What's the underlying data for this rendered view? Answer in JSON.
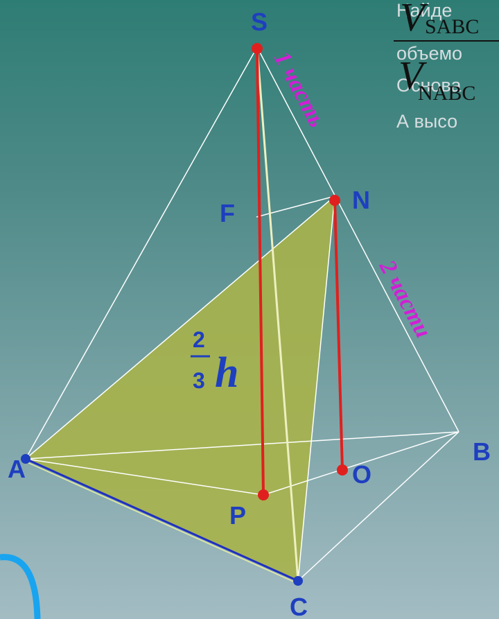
{
  "vertices": {
    "S": "S",
    "N": "N",
    "F": "F",
    "A": "A",
    "B": "B",
    "C": "C",
    "P": "P",
    "O": "O"
  },
  "edge_labels": {
    "top_part": "1 часть",
    "bottom_part": "2 части"
  },
  "height_fraction": {
    "numerator": "2",
    "denominator": "3",
    "variable": "h"
  },
  "text_block": {
    "line1": "Найде",
    "line2": "объемо",
    "line3": "Основа",
    "line4": "А высо"
  },
  "formula": {
    "num_letter": "V",
    "num_sub": "SABC",
    "den_letter": "V",
    "den_sub": "NABC"
  },
  "colors": {
    "face": "#a7b34a",
    "height_line": "#e0201e",
    "base_edge": "#1f2fbf",
    "vertex_blue": "#1e3fbf",
    "label_magenta": "#d21ed6",
    "arc": "#19a4ef"
  }
}
